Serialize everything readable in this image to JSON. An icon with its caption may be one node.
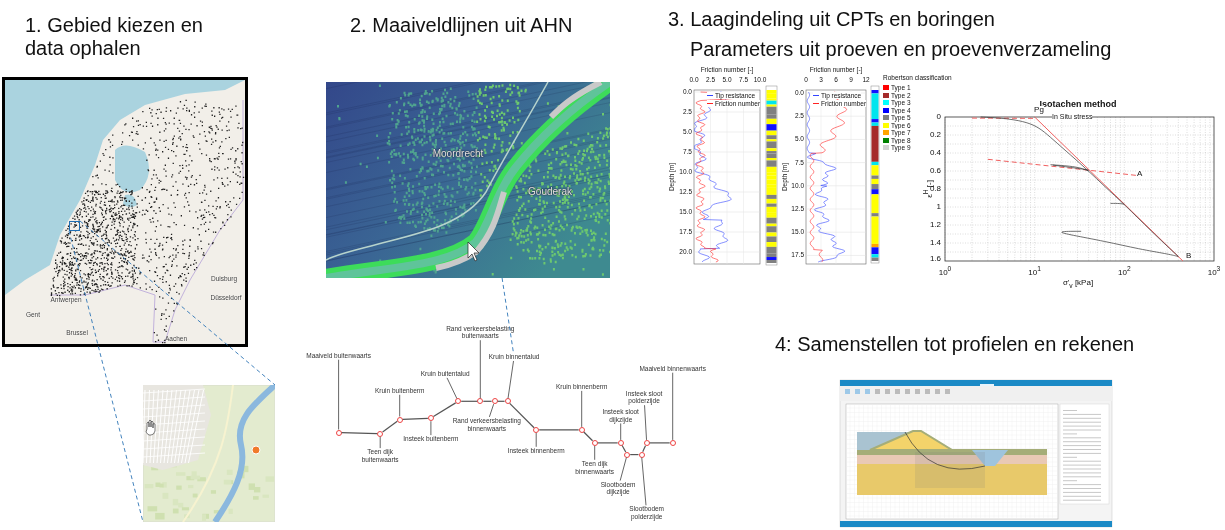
{
  "diagram": {
    "nodes": [
      {
        "text": [
          "Duisburg",
          "Düsseldorf",
          "Antwerpen",
          "Gent",
          "Brussel",
          "Aachen"
        ]
      },
      {
        "text": [],
        "shape": "box",
        "in": 0
      },
      {
        "text": [],
        "shape": "picture"
      },
      {
        "text": [
          "Moordrecht",
          "Gouderak"
        ]
      },
      {
        "text": [
          "Maaiveld buitenwaarts"
        ]
      },
      {
        "text": [
          "Teen dijk buitenwaarts"
        ]
      },
      {
        "text": [
          "Kruin buitenberm"
        ]
      },
      {
        "text": [
          "Insteek buitenberm"
        ]
      },
      {
        "text": [
          "Kruin buitentalud"
        ]
      },
      {
        "text": [
          "Rand verkeersbelasting buitenwaarts"
        ]
      },
      {
        "text": [
          "Rand verkeersbelasting binnenwaarts"
        ]
      },
      {
        "text": [
          "Kruin binnentalud"
        ]
      },
      {
        "text": [
          "Insteek binnenberm"
        ]
      },
      {
        "text": [
          "Kruin binnenberm"
        ]
      },
      {
        "text": [
          "Teen dijk binnenwaarts"
        ]
      },
      {
        "text": [
          "Insteek sloot dijkzijde"
        ]
      },
      {
        "text": [
          "Slootbodem dijkzijde"
        ]
      },
      {
        "text": [
          "Slootbodem polderzijde"
        ]
      },
      {
        "text": [
          "Insteek sloot polderzijde"
        ]
      },
      {
        "text": [
          "Maaiveld binnenwaarts"
        ]
      },
      {
        "text": [],
        "shape": "circle"
      },
      {
        "text": [],
        "shape": "circle"
      },
      {
        "text": [],
        "shape": "circle"
      },
      {
        "text": [],
        "shape": "circle"
      },
      {
        "text": [],
        "shape": "circle"
      },
      {
        "text": [],
        "shape": "circle"
      },
      {
        "text": [],
        "shape": "circle"
      },
      {
        "text": [],
        "shape": "circle"
      },
      {
        "text": [],
        "shape": "circle"
      },
      {
        "text": [],
        "shape": "circle"
      },
      {
        "text": [],
        "shape": "circle"
      },
      {
        "text": [],
        "shape": "circle"
      },
      {
        "text": [],
        "shape": "circle"
      },
      {
        "text": [],
        "shape": "circle"
      },
      {
        "text": [],
        "shape": "circle"
      },
      {
        "text": [],
        "shape": "circle"
      }
    ],
    "edges": [
      {
        "from": 1,
        "to": 2,
        "arrow": "none",
        "style": "dashed",
        "color": "#2e75b6"
      },
      {
        "from": 1,
        "to": 2,
        "arrow": "none",
        "style": "dashed",
        "color": "#2e75b6"
      },
      {
        "from": 3,
        "to": 11,
        "arrow": "none",
        "style": "dashed",
        "color": "#2e75b6"
      },
      {
        "from": 4,
        "to": 20,
        "arrow": "none"
      },
      {
        "from": 5,
        "to": 21,
        "arrow": "none"
      },
      {
        "from": 6,
        "to": 22,
        "arrow": "none"
      },
      {
        "from": 7,
        "to": 23,
        "arrow": "none"
      },
      {
        "from": 8,
        "to": 24,
        "arrow": "none"
      },
      {
        "from": 9,
        "to": 25,
        "arrow": "none"
      },
      {
        "from": 10,
        "to": 26,
        "arrow": "none"
      },
      {
        "from": 11,
        "to": 27,
        "arrow": "none"
      },
      {
        "from": 12,
        "to": 28,
        "arrow": "none"
      },
      {
        "from": 13,
        "to": 29,
        "arrow": "none"
      },
      {
        "from": 14,
        "to": 30,
        "arrow": "none"
      },
      {
        "from": 15,
        "to": 31,
        "arrow": "none"
      },
      {
        "from": 16,
        "to": 32,
        "arrow": "none"
      },
      {
        "from": 17,
        "to": 33,
        "arrow": "none"
      },
      {
        "from": 18,
        "to": 34,
        "arrow": "none"
      },
      {
        "from": 19,
        "to": 35,
        "arrow": "none"
      },
      {
        "from": 20,
        "to": 21,
        "arrow": "none"
      },
      {
        "from": 21,
        "to": 22,
        "arrow": "none"
      },
      {
        "from": 22,
        "to": 23,
        "arrow": "none"
      },
      {
        "from": 23,
        "to": 24,
        "arrow": "none"
      },
      {
        "from": 24,
        "to": 25,
        "arrow": "none"
      },
      {
        "from": 25,
        "to": 26,
        "arrow": "none"
      },
      {
        "from": 26,
        "to": 27,
        "arrow": "none"
      },
      {
        "from": 27,
        "to": 28,
        "arrow": "none"
      },
      {
        "from": 28,
        "to": 29,
        "arrow": "none"
      },
      {
        "from": 29,
        "to": 30,
        "arrow": "none"
      },
      {
        "from": 30,
        "to": 31,
        "arrow": "none"
      },
      {
        "from": 31,
        "to": 32,
        "arrow": "none"
      },
      {
        "from": 32,
        "to": 33,
        "arrow": "none"
      },
      {
        "from": 33,
        "to": 34,
        "arrow": "none"
      },
      {
        "from": 34,
        "to": 35,
        "arrow": "none"
      }
    ],
    "labels": [
      "1. Gebied kiezen en data ophalen",
      "2. Maaiveldlijnen uit AHN",
      "3. Laagindeling uit CPTs en boringen",
      "Parameters uit proeven en proevenverzameling",
      "Friction number [-]",
      "0.0",
      "2.5",
      "5.0",
      "7.5",
      "10.0",
      "0.0",
      "2.5",
      "5.0",
      "7.5",
      "10.0",
      "12.5",
      "15.0",
      "17.5",
      "20.0",
      "Depth [m]",
      "Friction number [-]",
      "0",
      "3",
      "6",
      "9",
      "12",
      "0.0",
      "2.5",
      "5.0",
      "7.5",
      "10.0",
      "12.5",
      "15.0",
      "17.5",
      "Depth [m]",
      "Robertson classification",
      "Isotachen method",
      "0",
      "0.2",
      "0.4",
      "0.6",
      "0.8",
      "1",
      "1.2",
      "1.4",
      "1.6",
      "10$^{0}$",
      "10$^{1}$",
      "10$^{2}$",
      "10$^{3}$",
      "ε$^{H}$ [-]",
      "σ'$_{v}$ [kPa]",
      "Pg",
      "In Situ stress",
      "A",
      "B",
      "4: Samenstellen tot profielen en rekenen"
    ],
    "legend": [
      {
        "text": "Tip resistance"
      },
      {
        "text": "Friction number"
      },
      {
        "text": "Tip resistance"
      },
      {
        "text": "Friction number"
      },
      {
        "text": "Type 1",
        "color": "#ff0000"
      },
      {
        "text": "Type 2",
        "color": "#a52a2a"
      },
      {
        "text": "Type 3",
        "color": "#00ffff"
      },
      {
        "text": "Type 4",
        "color": "#0000ff"
      },
      {
        "text": "Type 5",
        "color": "#808080"
      },
      {
        "text": "Type 6",
        "color": "#ffff00"
      },
      {
        "text": "Type 7",
        "color": "#ffa500"
      },
      {
        "text": "Type 8",
        "color": "#008000"
      },
      {
        "text": "Type 9",
        "color": "#d3d3d3"
      }
    ]
  }
}
